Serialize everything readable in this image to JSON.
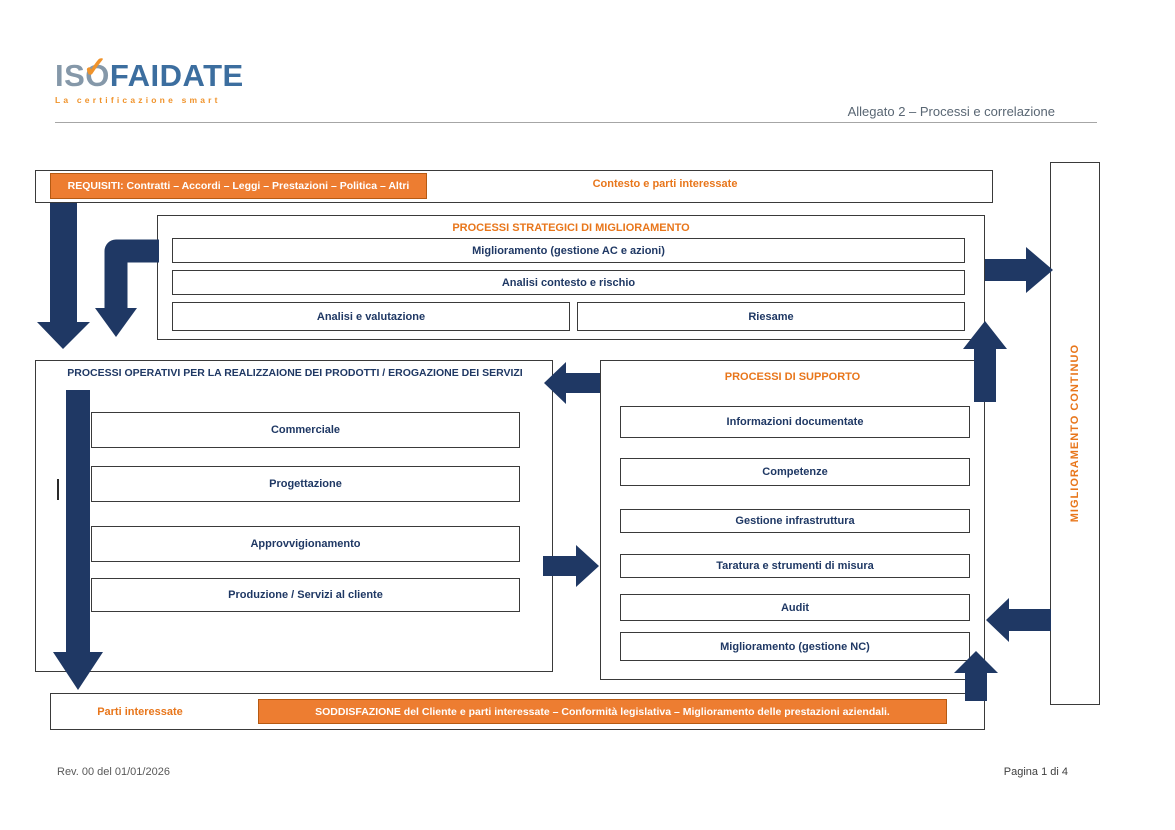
{
  "colors": {
    "navy": "#1F3864",
    "orange": "#ED7D31",
    "orange_text": "#E8761B"
  },
  "header": {
    "logo_iso": "ISO",
    "logo_faidate": "FAIDATE",
    "logo_tagline": "La certificazione smart",
    "doc_title": "Allegato 2 – Processi e correlazione"
  },
  "diagram": {
    "requisiti": "REQUISITI: Contratti – Accordi – Leggi – Prestazioni – Politica – Altri",
    "contesto": "Contesto e parti interessate",
    "strategici": {
      "title": "PROCESSI STRATEGICI DI MIGLIORAMENTO",
      "items": [
        "Miglioramento (gestione AC e azioni)",
        "Analisi contesto e rischio",
        "Analisi e valutazione",
        "Riesame"
      ]
    },
    "operativi": {
      "title": "PROCESSI OPERATIVI PER LA REALIZZAIONE DEI PRODOTTI / EROGAZIONE DEI SERVIZI",
      "items": [
        "Commerciale",
        "Progettazione",
        "Approvvigionamento",
        "Produzione / Servizi al cliente"
      ]
    },
    "supporto": {
      "title": "PROCESSI DI SUPPORTO",
      "items": [
        "Informazioni documentate",
        "Competenze",
        "Gestione infrastruttura",
        "Taratura e strumenti di misura",
        "Audit",
        "Miglioramento (gestione NC)"
      ]
    },
    "miglioramento_continuo": "MIGLIORAMENTO CONTINUO",
    "parti_interessate": "Parti interessate",
    "soddisfazione": "SODDISFAZIONE del Cliente e parti interessate – Conformità legislativa – Miglioramento delle prestazioni aziendali."
  },
  "footer": {
    "revision": "Rev. 00 del 01/01/2026",
    "page": "Pagina 1 di 4"
  }
}
